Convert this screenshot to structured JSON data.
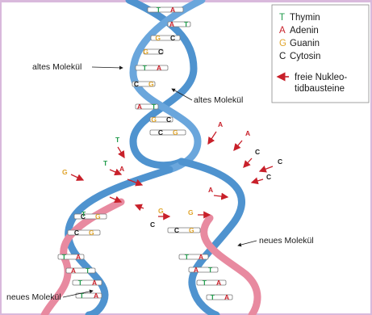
{
  "labels": {
    "old_left": "altes Molekül",
    "old_right": "altes Molekül",
    "new_right": "neues Molekül",
    "new_left": "neues Molekül"
  },
  "legend": {
    "items": [
      {
        "letter": "T",
        "name": "Thymin",
        "color": "#1f9a4a"
      },
      {
        "letter": "A",
        "name": "Adenin",
        "color": "#c8202a"
      },
      {
        "letter": "G",
        "name": "Guanin",
        "color": "#e0a42a"
      },
      {
        "letter": "C",
        "name": "Cytosin",
        "color": "#1a1a1a"
      }
    ],
    "arrow_line1": "freie Nukleo-",
    "arrow_line2": "tidbausteine"
  },
  "colors": {
    "background": "#d9b9dc",
    "panel": "#ffffff",
    "old_strand": "#4f93cf",
    "new_strand": "#e88aa0",
    "arrow": "#c8202a",
    "thymin": "#1f9a4a",
    "adenin": "#c8202a",
    "guanin": "#e0a42a",
    "cytosin": "#1a1a1a"
  },
  "pairs_top": [
    {
      "l": "T",
      "r": "A"
    },
    {
      "l": "A",
      "r": "T"
    },
    {
      "l": "G",
      "r": "C"
    },
    {
      "l": "G",
      "r": "C"
    },
    {
      "l": "T",
      "r": "A"
    },
    {
      "l": "C",
      "r": "G"
    },
    {
      "l": "A",
      "r": "T"
    },
    {
      "l": "G",
      "r": "C"
    },
    {
      "l": "C",
      "r": "G"
    }
  ],
  "pairs_left": [
    {
      "l": "C",
      "r": "G"
    },
    {
      "l": "C",
      "r": "G"
    },
    {
      "l": "T",
      "r": "A"
    },
    {
      "l": "A",
      "r": "T"
    },
    {
      "l": "T",
      "r": "A"
    },
    {
      "l": "T",
      "r": "A"
    }
  ],
  "pairs_right": [
    {
      "l": "C",
      "r": "G"
    },
    {
      "l": "T",
      "r": "A"
    },
    {
      "l": "A",
      "r": "T"
    },
    {
      "l": "T",
      "r": "A"
    },
    {
      "l": "T",
      "r": "A"
    }
  ],
  "free_nucleotides": [
    "A",
    "A",
    "C",
    "C",
    "T",
    "G",
    "T",
    "A",
    "C",
    "G",
    "A",
    "T",
    "C",
    "G"
  ]
}
